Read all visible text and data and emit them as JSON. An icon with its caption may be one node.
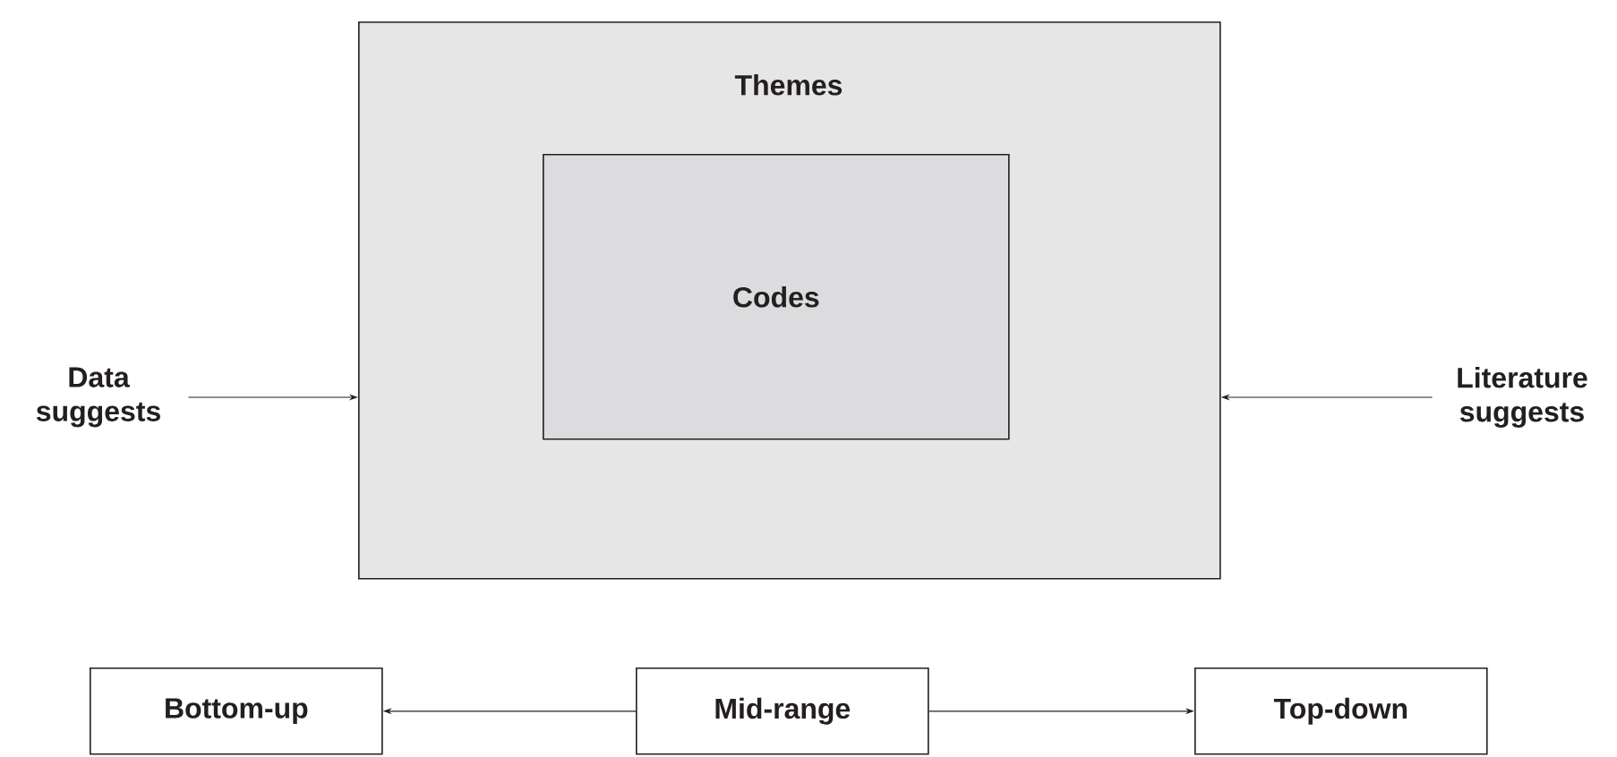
{
  "diagram": {
    "nodes": [
      {
        "text": [
          "Themes"
        ]
      },
      {
        "text": [
          "Codes"
        ],
        "in": 0
      },
      {
        "text": [
          "Data suggests"
        ]
      },
      {
        "text": [
          "Literature suggests"
        ]
      },
      {
        "text": [
          "Bottom-up"
        ]
      },
      {
        "text": [
          "Mid-range"
        ]
      },
      {
        "text": [
          "Top-down"
        ]
      }
    ],
    "edges": [
      {
        "from": 2,
        "to": 0,
        "arrow": "to"
      },
      {
        "from": 3,
        "to": 0,
        "arrow": "to"
      },
      {
        "from": 5,
        "to": 4,
        "arrow": "to"
      },
      {
        "from": 5,
        "to": 6,
        "arrow": "to"
      }
    ]
  }
}
